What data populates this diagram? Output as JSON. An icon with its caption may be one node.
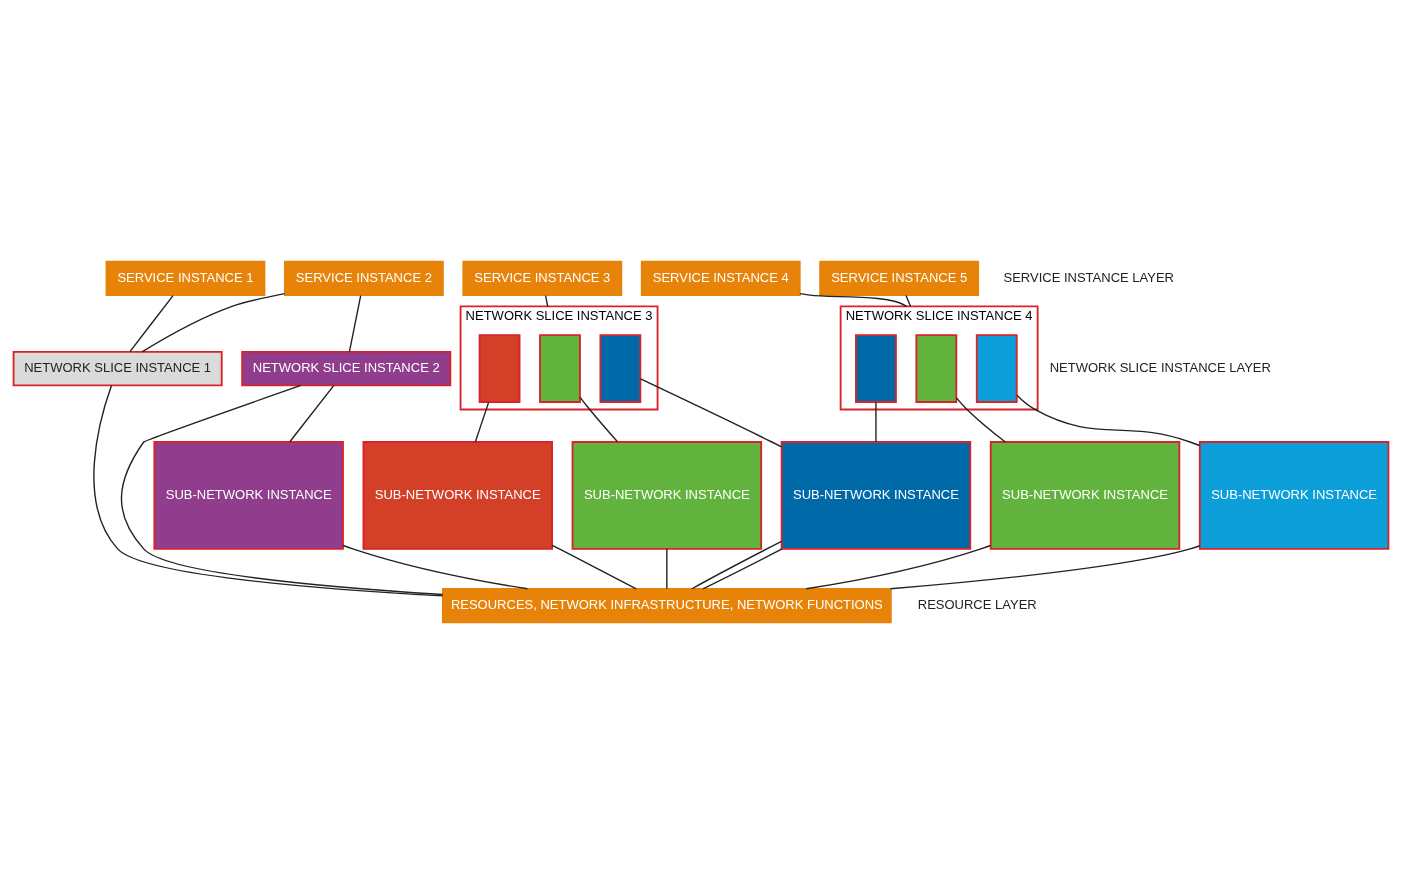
{
  "diagram": {
    "nodes": [
      {
        "text": [
          "SERVICE INSTANCE 1"
        ]
      },
      {
        "text": [
          "SERVICE INSTANCE 2"
        ]
      },
      {
        "text": [
          "SERVICE INSTANCE 3"
        ]
      },
      {
        "text": [
          "SERVICE INSTANCE 4"
        ]
      },
      {
        "text": [
          "SERVICE INSTANCE 5"
        ]
      },
      {
        "text": [
          "NETWORK SLICE INSTANCE 1"
        ]
      },
      {
        "text": [
          "NETWORK SLICE INSTANCE 2"
        ]
      },
      {
        "text": [
          "NETWORK SLICE INSTANCE 3"
        ]
      },
      {
        "text": [],
        "shape": "box",
        "in": 7
      },
      {
        "text": [],
        "shape": "box",
        "in": 7
      },
      {
        "text": [],
        "shape": "box",
        "in": 7
      },
      {
        "text": [
          "NETWORK SLICE INSTANCE 4"
        ]
      },
      {
        "text": [],
        "shape": "box",
        "in": 11
      },
      {
        "text": [],
        "shape": "box",
        "in": 11
      },
      {
        "text": [],
        "shape": "box",
        "in": 11
      },
      {
        "text": [
          "SUB-NETWORK INSTANCE"
        ]
      },
      {
        "text": [
          "SUB-NETWORK INSTANCE"
        ]
      },
      {
        "text": [
          "SUB-NETWORK INSTANCE"
        ]
      },
      {
        "text": [
          "SUB-NETWORK INSTANCE"
        ]
      },
      {
        "text": [
          "SUB-NETWORK INSTANCE"
        ]
      },
      {
        "text": [
          "SUB-NETWORK INSTANCE"
        ]
      },
      {
        "text": [
          "RESOURCES, NETWORK INFRASTRUCTURE, NETWORK FUNCTIONS"
        ]
      }
    ],
    "edges": [
      {
        "from": 0,
        "to": 5,
        "arrow": "none"
      },
      {
        "from": 1,
        "to": 5,
        "arrow": "none"
      },
      {
        "from": 1,
        "to": 6,
        "arrow": "none"
      },
      {
        "from": 2,
        "to": 7,
        "arrow": "none"
      },
      {
        "from": 3,
        "to": 11,
        "arrow": "none"
      },
      {
        "from": 4,
        "to": 11,
        "arrow": "none"
      },
      {
        "from": 5,
        "to": 21,
        "arrow": "none"
      },
      {
        "from": 6,
        "to": 21,
        "arrow": "none"
      },
      {
        "from": 6,
        "to": 15,
        "arrow": "none"
      },
      {
        "from": 8,
        "to": 16,
        "arrow": "none"
      },
      {
        "from": 9,
        "to": 17,
        "arrow": "none"
      },
      {
        "from": 10,
        "to": 18,
        "arrow": "none"
      },
      {
        "from": 12,
        "to": 18,
        "arrow": "none"
      },
      {
        "from": 13,
        "to": 19,
        "arrow": "none"
      },
      {
        "from": 14,
        "to": 20,
        "arrow": "none"
      },
      {
        "from": 15,
        "to": 21,
        "arrow": "none"
      },
      {
        "from": 16,
        "to": 21,
        "arrow": "none"
      },
      {
        "from": 17,
        "to": 21,
        "arrow": "none"
      },
      {
        "from": 18,
        "to": 21,
        "arrow": "none"
      },
      {
        "from": 18,
        "to": 21,
        "arrow": "none"
      },
      {
        "from": 19,
        "to": 21,
        "arrow": "none"
      },
      {
        "from": 20,
        "to": 21,
        "arrow": "none"
      }
    ],
    "labels": [
      "SERVICE INSTANCE LAYER",
      "NETWORK SLICE INSTANCE LAYER",
      "RESOURCE LAYER"
    ]
  }
}
